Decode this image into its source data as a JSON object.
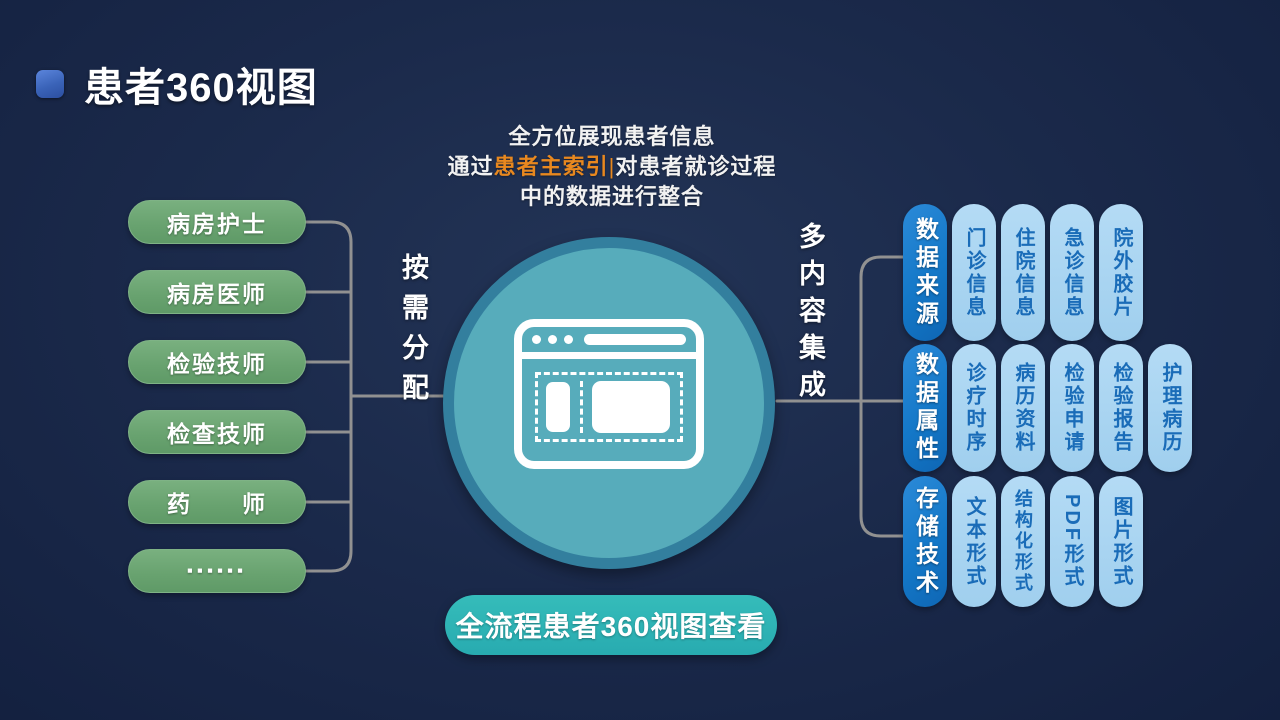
{
  "slide": {
    "title": "患者360视图",
    "subtitle": {
      "line1": "全方位展现患者信息",
      "line2_prefix": "通过",
      "line2_highlight": "患者主索引",
      "line2_cursor": "|",
      "line2_suffix": "对患者就诊过程",
      "line3": "中的数据进行整合"
    },
    "left_flow_label": "按需分配",
    "right_flow_label": "多内容集成",
    "bottom_button": "全流程患者360视图查看",
    "left_roles": [
      "病房护士",
      "病房医师",
      "检验技师",
      "检查技师",
      "药　　师",
      "▪▪▪▪▪▪"
    ],
    "right_groups": [
      {
        "header": "数据来源",
        "items": [
          "门诊信息",
          "住院信息",
          "急诊信息",
          "院外胶片"
        ]
      },
      {
        "header": "数据属性",
        "items": [
          "诊疗时序",
          "病历资料",
          "检验申请",
          "检验报告",
          "护理病历"
        ]
      },
      {
        "header": "存储技术",
        "items": [
          "文本形式",
          "结构化形式",
          "PDF形式",
          "图片形式"
        ]
      }
    ],
    "colors": {
      "background": "#1b2a4b",
      "accent_orange": "#e8881f",
      "green_pill": "#68a26f",
      "teal_circle_fill": "#57acbb",
      "teal_circle_ring": "#337f9e",
      "teal_button": "#2bb2b2",
      "blue_dark_pill": "#1478c8",
      "blue_light_pill": "#a6d3f0",
      "blue_light_pill_text": "#1a6cb8",
      "title_bullet_blue": "#3a63b8",
      "connector_gray": "#919191"
    }
  }
}
